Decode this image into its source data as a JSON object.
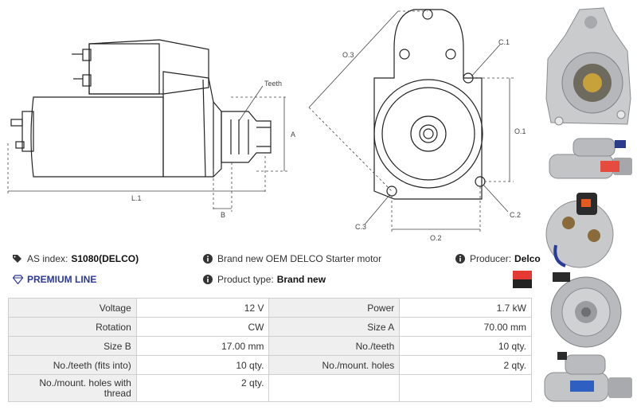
{
  "drawing": {
    "labels": {
      "teeth": "Teeth",
      "a": "A",
      "b": "B",
      "l1": "L.1",
      "o3": "O.3",
      "c1": "C.1",
      "o1": "O.1",
      "c2": "C.2",
      "c3": "C.3",
      "o2": "O.2"
    }
  },
  "info": {
    "as_index_label": "AS index:",
    "as_index_value": "S1080(DELCO)",
    "description": "Brand new OEM DELCO Starter motor",
    "producer_label": "Producer:",
    "producer_value": "Delco",
    "premium_line": "PREMIUM LINE",
    "product_type_label": "Product type:",
    "product_type_value": "Brand new"
  },
  "colors": {
    "premium": "#2b3a9a",
    "flag_top": "#e53935",
    "flag_bottom": "#222222"
  },
  "specs": [
    [
      {
        "k": "Voltage",
        "v": "12 V"
      },
      {
        "k": "Power",
        "v": "1.7 kW"
      }
    ],
    [
      {
        "k": "Rotation",
        "v": "CW"
      },
      {
        "k": "Size A",
        "v": "70.00 mm"
      }
    ],
    [
      {
        "k": "Size B",
        "v": "17.00 mm"
      },
      {
        "k": "No./teeth",
        "v": "10 qty."
      }
    ],
    [
      {
        "k": "No./teeth (fits into)",
        "v": "10 qty."
      },
      {
        "k": "No./mount. holes",
        "v": "2 qty."
      }
    ],
    [
      {
        "k": "No./mount. holes with thread",
        "v": "2 qty."
      },
      {
        "k": "",
        "v": ""
      }
    ]
  ]
}
